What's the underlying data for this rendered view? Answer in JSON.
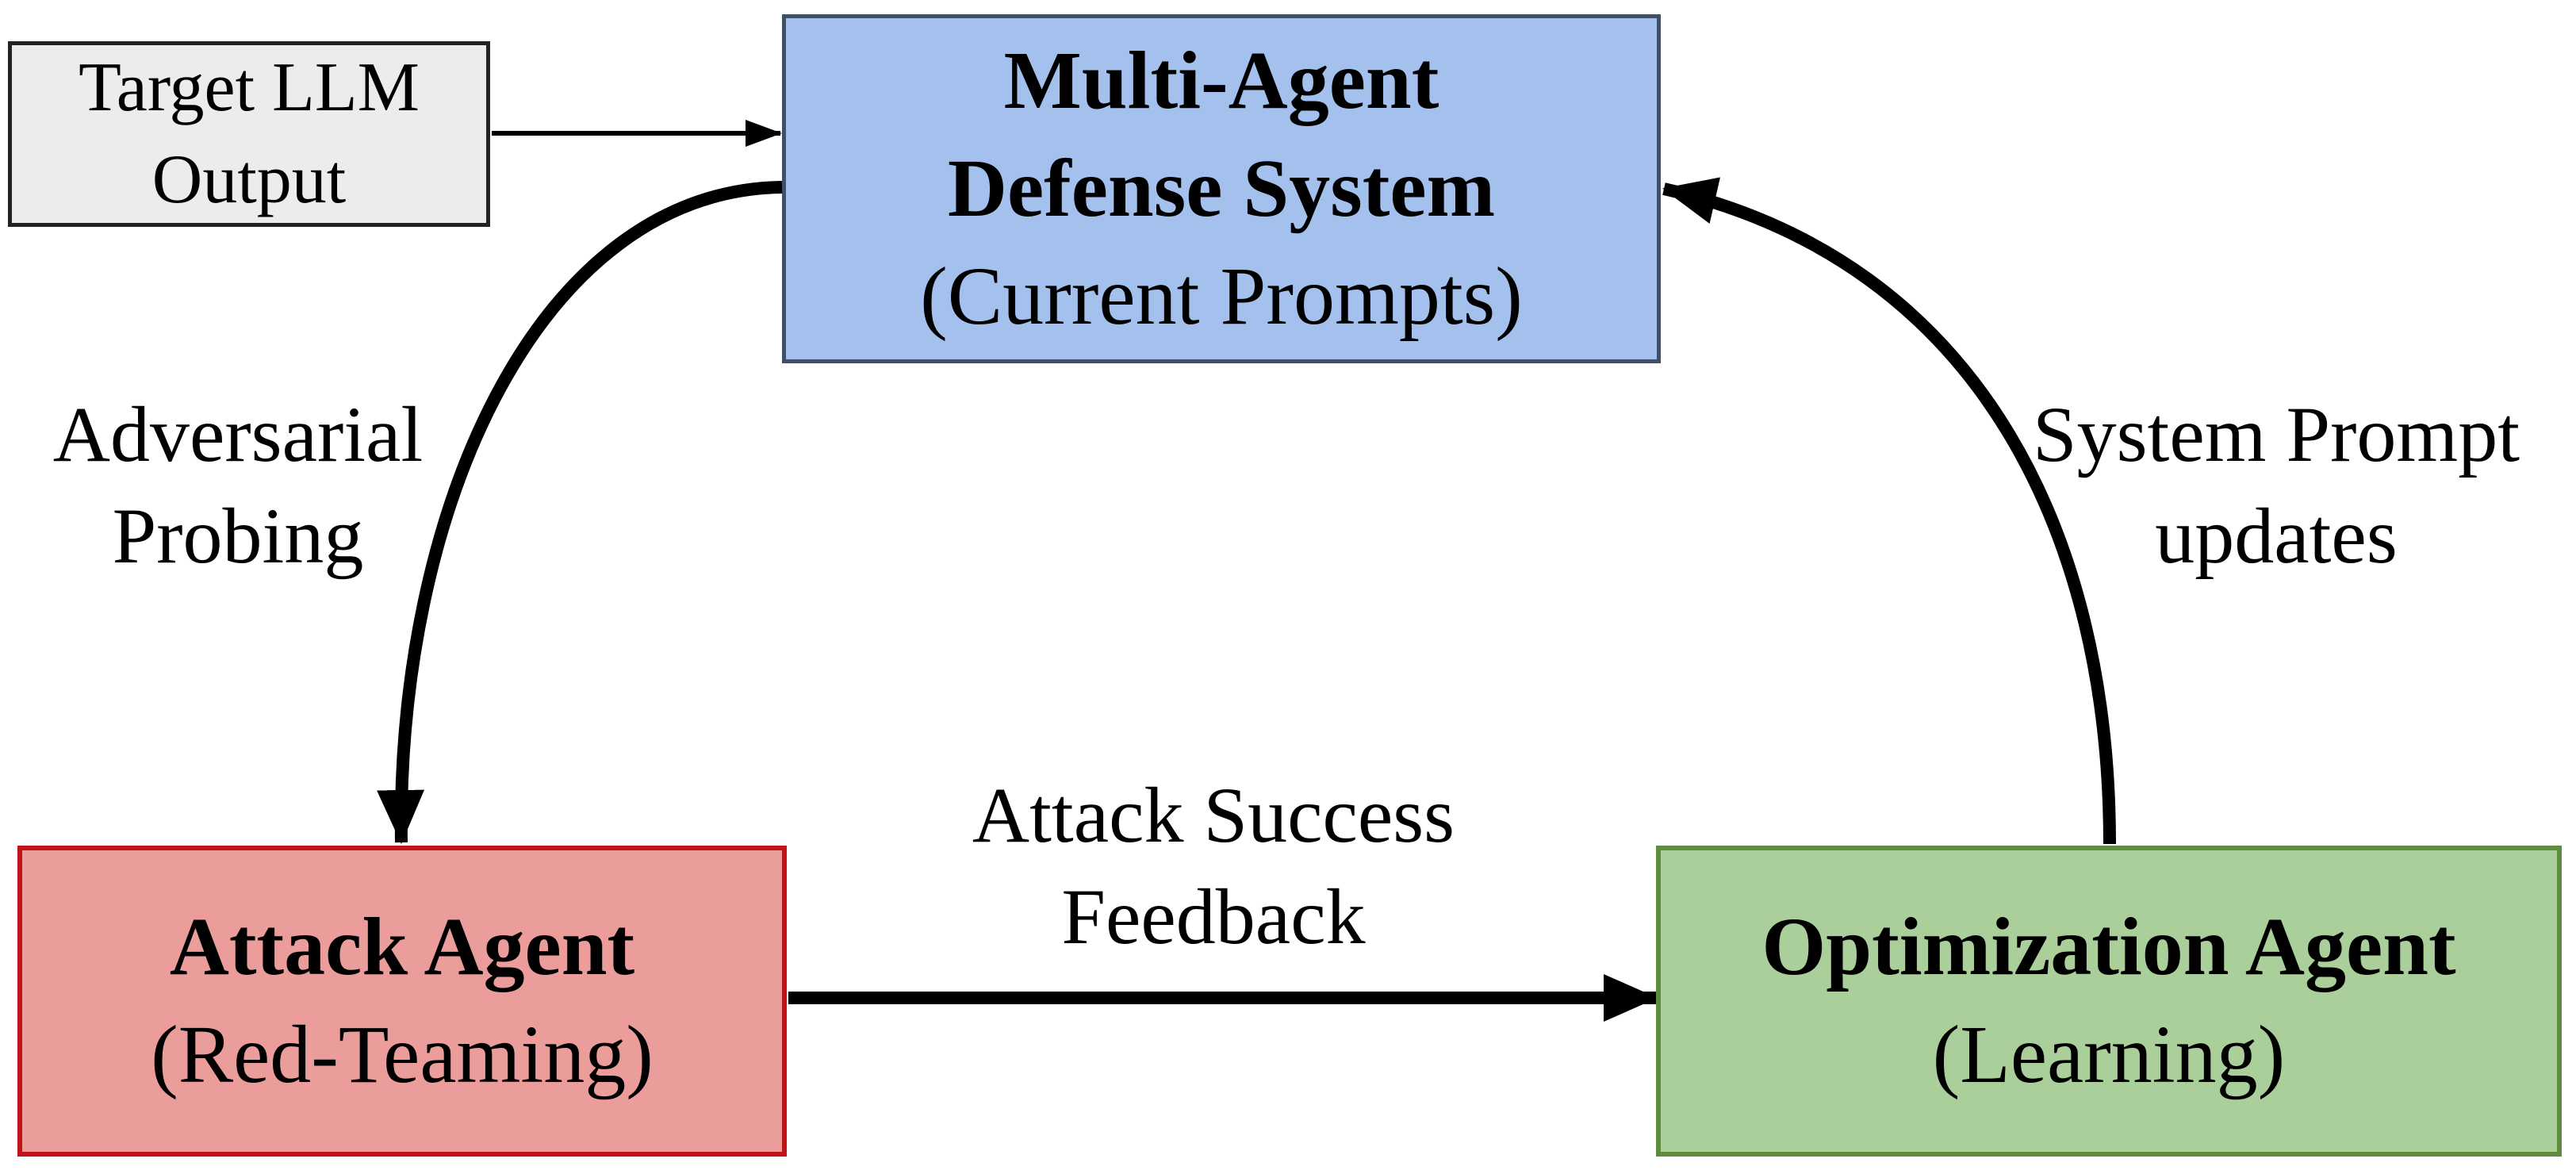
{
  "nodes": {
    "target": {
      "lines": [
        "Target LLM",
        "Output"
      ]
    },
    "defense": {
      "title_lines": [
        "Multi-Agent",
        "Defense System"
      ],
      "subtitle": "(Current Prompts)"
    },
    "attack": {
      "title": "Attack Agent",
      "subtitle": "(Red-Teaming)"
    },
    "optimization": {
      "title": "Optimization Agent",
      "subtitle": "(Learning)"
    }
  },
  "edges": {
    "adversarial_probing": {
      "lines": [
        "Adversarial",
        "Probing"
      ]
    },
    "attack_feedback": {
      "lines": [
        "Attack Success",
        "Feedback"
      ]
    },
    "prompt_updates": {
      "lines": [
        "System Prompt",
        "updates"
      ]
    }
  },
  "colors": {
    "target_fill": "#ececec",
    "defense_fill": "#a4c1ee",
    "attack_fill": "#eb9d9b",
    "attack_border": "#c0141b",
    "optimization_fill": "#abcf9b",
    "optimization_border": "#5d8c3f",
    "arrow": "#000000"
  }
}
